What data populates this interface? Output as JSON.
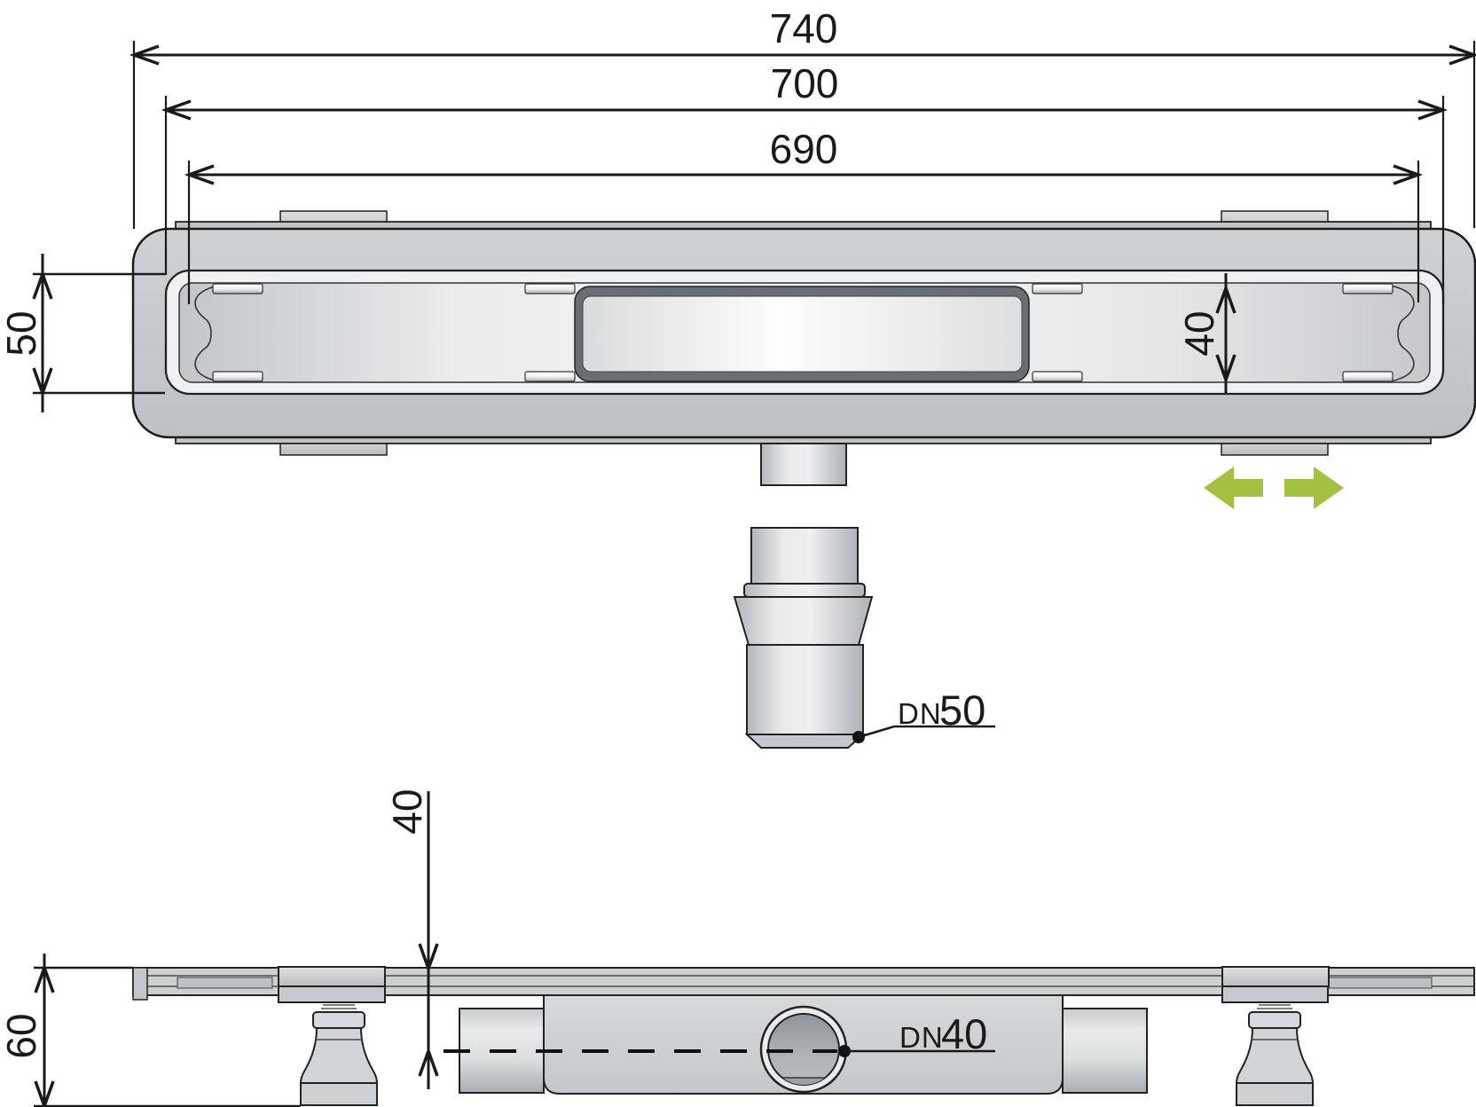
{
  "drawing_title": "linear-shower-drain-dimension-drawing",
  "top_view": {
    "dim_overall_width": "740",
    "dim_frame_width": "700",
    "dim_grate_width": "690",
    "dim_body_height": "50",
    "dim_channel_width": "40"
  },
  "outlet_front": {
    "dn_prefix": "DN",
    "dn_value": "50"
  },
  "side_view": {
    "dim_depth_to_axis": "40",
    "dim_total_height": "60",
    "dn_prefix": "DN",
    "dn_value": "40"
  },
  "colors": {
    "line": "#1a1a1a",
    "accent_green": "#a3c13e",
    "body_gray": "#c6cacd",
    "slot_dark": "#686e72",
    "channel_light": "#f7f8f9"
  }
}
